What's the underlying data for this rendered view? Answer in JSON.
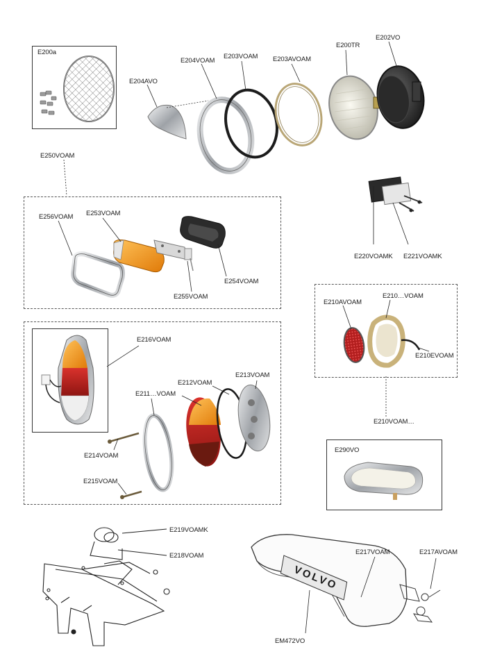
{
  "parts": {
    "e200a": "E200a",
    "e204avo": "E204AVO",
    "e204voam": "E204VOAM",
    "e203voam": "E203VOAM",
    "e203avoam": "E203AVOAM",
    "e200tr": "E200TR",
    "e202vo": "E202VO",
    "e250voam": "E250VOAM",
    "e256voam": "E256VOAM",
    "e253voam": "E253VOAM",
    "e254voam": "E254VOAM",
    "e255voam": "E255VOAM",
    "e220voamk": "E220VOAMK",
    "e221voamk": "E221VOAMK",
    "e210avoam": "E210AVOAM",
    "e210voam_ring": "E210…VOAM",
    "e210evoam": "E210EVOAM",
    "e210voam_group": "E210VOAM…",
    "e290vo": "E290VO",
    "e216voam": "E216VOAM",
    "e213voam": "E213VOAM",
    "e212voam": "E212VOAM",
    "e211voam": "E211…VOAM",
    "e214voam": "E214VOAM",
    "e215voam": "E215VOAM",
    "e219voamk": "E219VOAMK",
    "e218voam": "E218VOAM",
    "e217voam": "E217VOAM",
    "e217avoam": "E217AVOAM",
    "em472vo": "EM472VO"
  },
  "badge_text": "VOLVO",
  "colors": {
    "chrome": "#b9bcc0",
    "amber": "#f39a1a",
    "red": "#c0201e",
    "rubber": "#222222",
    "brass": "#c9b27a"
  }
}
